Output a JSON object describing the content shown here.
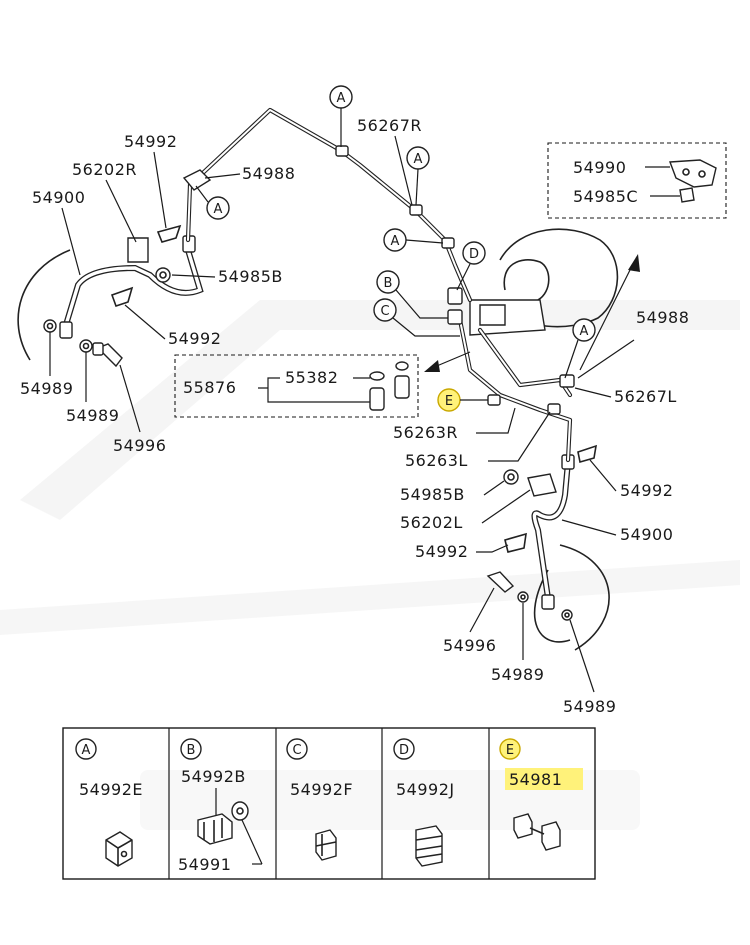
{
  "callout_letters": {
    "a": "A",
    "b": "B",
    "c": "C",
    "d": "D",
    "e": "E"
  },
  "parts": {
    "p56267R": "56267R",
    "p56267L": "56267L",
    "p54992_tl": "54992",
    "p54992_ml": "54992",
    "p54992_r": "54992",
    "p54992_bm": "54992",
    "p56202R": "56202R",
    "p56202L": "56202L",
    "p54988_top": "54988",
    "p54988_right": "54988",
    "p54900_l": "54900",
    "p54900_r": "54900",
    "p54985B_l": "54985B",
    "p54985B_r": "54985B",
    "p54989_1": "54989",
    "p54989_2": "54989",
    "p54989_3": "54989",
    "p54989_4": "54989",
    "p54996_l": "54996",
    "p54996_r": "54996",
    "p55876": "55876",
    "p55382": "55382",
    "p56263R": "56263R",
    "p56263L": "56263L",
    "p54990": "54990",
    "p54985C": "54985C"
  },
  "legend": [
    {
      "letter": "A",
      "part": "54992E"
    },
    {
      "letter": "B",
      "part": "54992B",
      "extra": "54991"
    },
    {
      "letter": "C",
      "part": "54992F"
    },
    {
      "letter": "D",
      "part": "54992J"
    },
    {
      "letter": "E",
      "part": "54981"
    }
  ],
  "colors": {
    "highlight": "#fff27a",
    "highlight_ring": "#e8cf3a"
  }
}
